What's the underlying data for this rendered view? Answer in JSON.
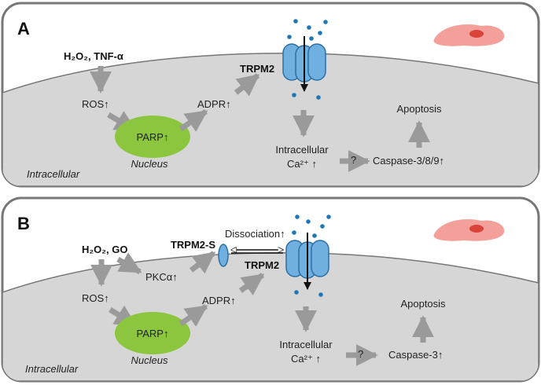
{
  "panel_a": {
    "letter": "A",
    "stimulus": "H₂O₂, TNF-α",
    "ros": "ROS↑",
    "parp": "PARP↑",
    "nucleus": "Nucleus",
    "adpr": "ADPR↑",
    "trpm2": "TRPM2",
    "calcium_line1": "Intracellular",
    "calcium_line2": "Ca²⁺ ↑",
    "question": "?",
    "caspase": "Caspase-3/8/9↑",
    "apoptosis": "Apoptosis",
    "intracellular": "Intracellular"
  },
  "panel_b": {
    "letter": "B",
    "stimulus": "H₂O₂, GO",
    "pkc": "PKCα↑",
    "trpm2s": "TRPM2-S",
    "dissociation": "Dissociation↑",
    "ros": "ROS↑",
    "parp": "PARP↑",
    "nucleus": "Nucleus",
    "adpr": "ADPR↑",
    "trpm2": "TRPM2",
    "calcium_line1": "Intracellular",
    "calcium_line2": "Ca²⁺ ↑",
    "question": "?",
    "caspase": "Caspase-3↑",
    "apoptosis": "Apoptosis",
    "intracellular": "Intracellular"
  },
  "colors": {
    "panel_border": "#777777",
    "cell_fill": "#d6d6d6",
    "arrow": "#9a9a9a",
    "nucleus_fill": "#8cc63f",
    "channel_fill": "#6fb0e0",
    "channel_stroke": "#2e6fa3",
    "ion": "#1f78b4",
    "cell_icon": "#f4a09a"
  }
}
